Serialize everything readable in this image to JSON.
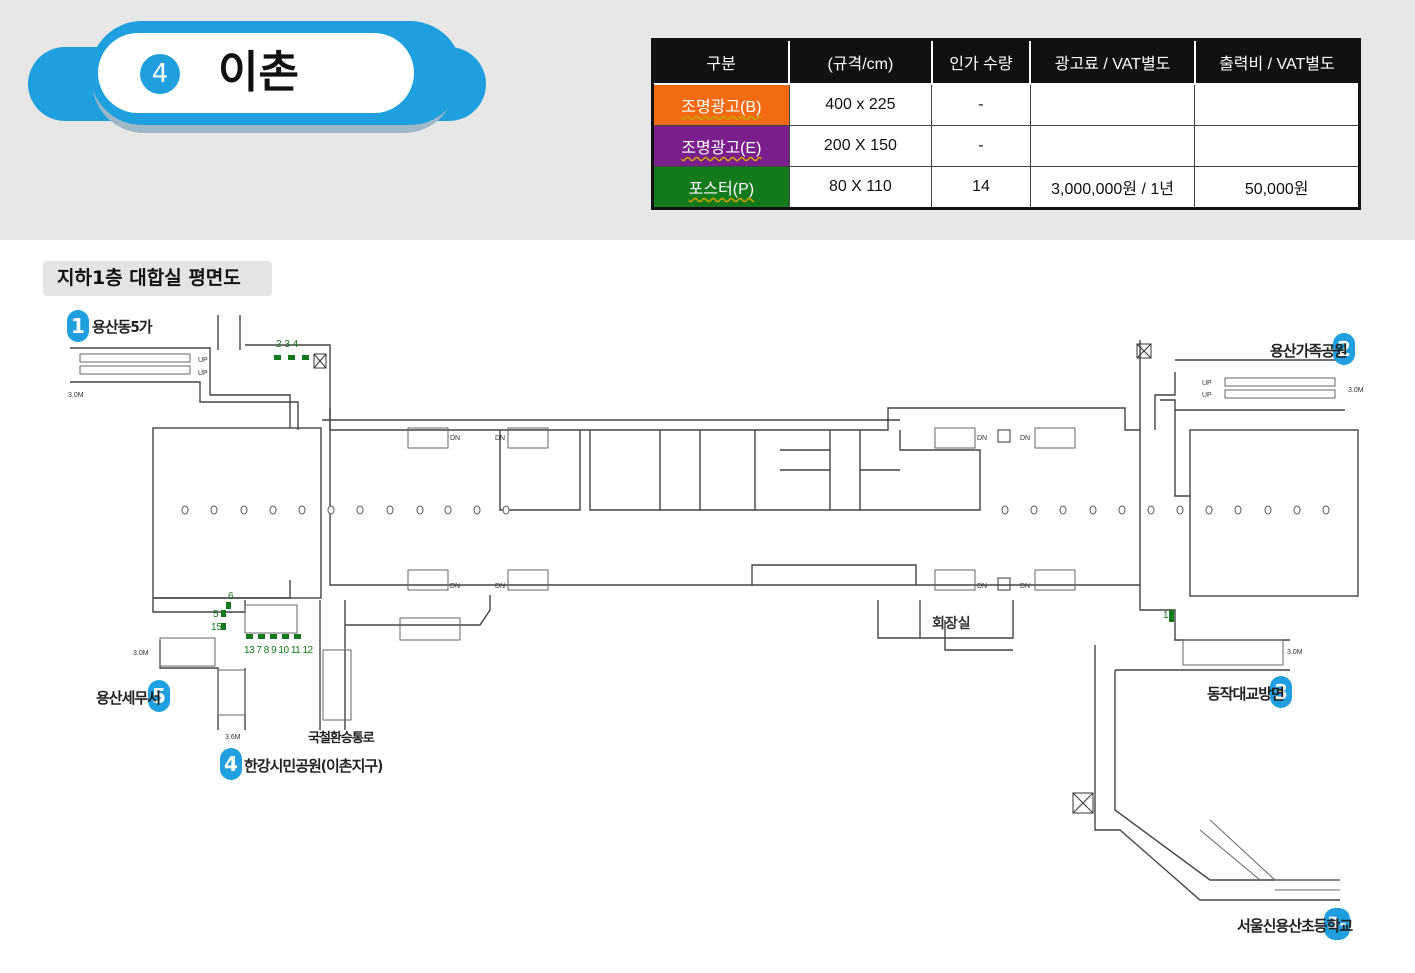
{
  "header": {
    "station_number": "4",
    "station_name": "이촌"
  },
  "price_table": {
    "columns": [
      "구분",
      "(규격/cm)",
      "인가 수량",
      "광고료 / VAT별도",
      "출력비 / VAT별도"
    ],
    "rows": [
      {
        "type": "조명광고(B)",
        "size": "400 x 225",
        "qty": "-",
        "fee": "",
        "print": "",
        "color": "#f26a12"
      },
      {
        "type": "조명광고(E)",
        "size": "200 X 150",
        "qty": "-",
        "fee": "",
        "print": "",
        "color": "#7a1e8c"
      },
      {
        "type": "포스터(P)",
        "size": "80 X 110",
        "qty": "14",
        "fee": "3,000,000원 / 1년",
        "print": "50,000원",
        "color": "#127a1c"
      }
    ]
  },
  "floor_plan": {
    "title": "지하1층 대합실 평면도",
    "exits": [
      {
        "number": "1",
        "label": "용산동5가"
      },
      {
        "number": "2",
        "label": "용산가족공원"
      },
      {
        "number": "3",
        "label": "동작대교방면"
      },
      {
        "number": "4",
        "label": "한강시민공원(이촌지구)"
      },
      {
        "number": "5",
        "label": "용산세무서"
      },
      {
        "number": "3-1",
        "label": "서울신용산초등학교"
      }
    ],
    "transfer_label": "국철환승통로",
    "room_label": "회장실",
    "poster_tags": [
      "2 3 4",
      "6",
      "5",
      "15",
      "13 7 8 9 10 11 12",
      "1"
    ],
    "dimensions": [
      "3.0M",
      "3.0M",
      "3.0M",
      "3.0M",
      "3.6M"
    ],
    "marks": {
      "up": "UP",
      "dn": "DN"
    }
  }
}
